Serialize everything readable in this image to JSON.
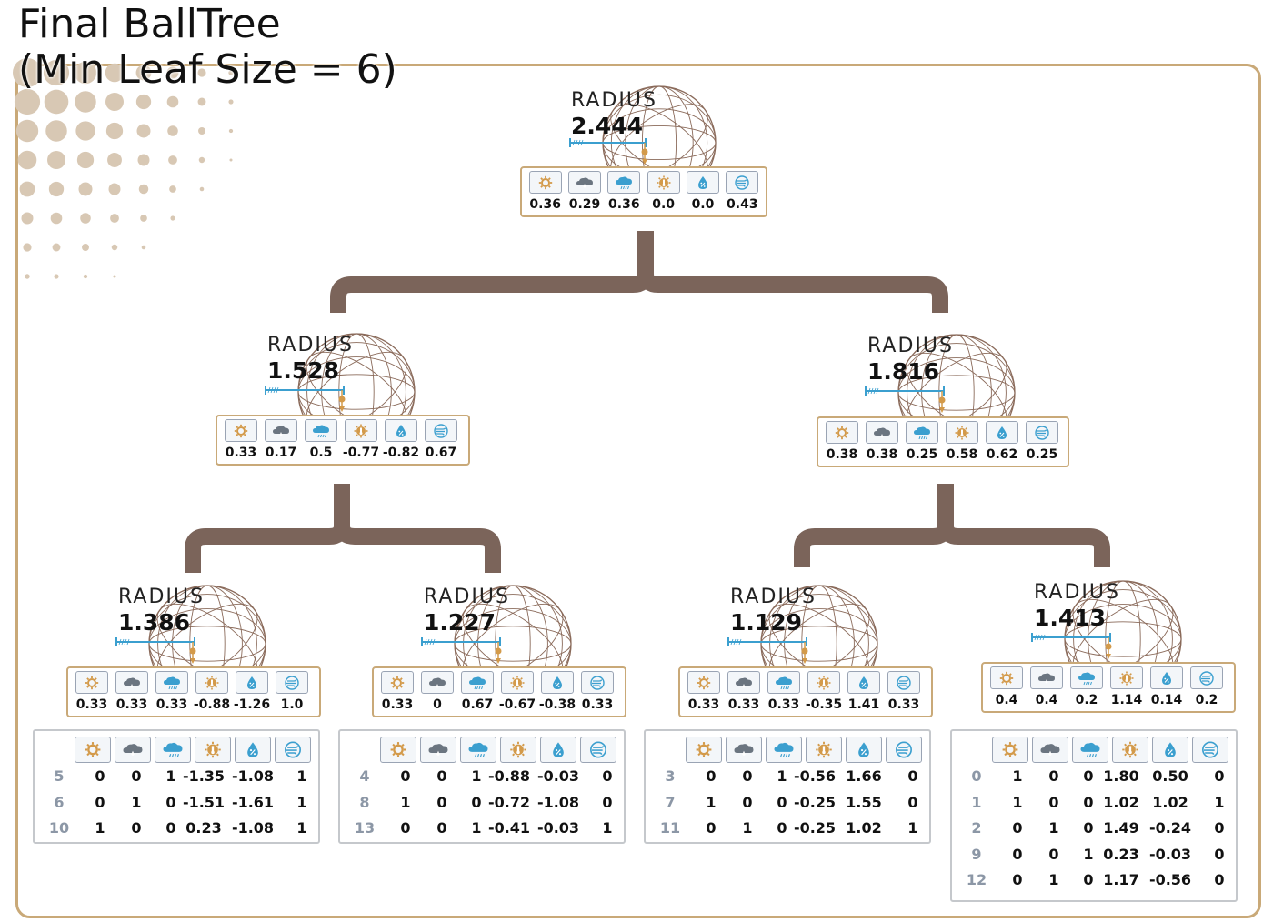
{
  "title": [
    "Final BallTree",
    "(Min Leaf Size = 6)"
  ],
  "colors": {
    "frame": "#c9a978",
    "branch": "#7b645a",
    "sun": "#d39a4a",
    "cloud": "#6b7580",
    "rain": "#3b9fcf",
    "grid": "#8a6a5a"
  },
  "icons": [
    "sun-icon",
    "cloud-icon",
    "rain-cloud-icon",
    "hot-temperature-icon",
    "humidity-icon",
    "wind-icon"
  ],
  "radius_label": "RADIUS",
  "nodes": [
    {
      "radius": "2.444",
      "values": [
        "0.36",
        "0.29",
        "0.36",
        "0.0",
        "0.0",
        "0.43"
      ]
    },
    {
      "radius": "1.528",
      "values": [
        "0.33",
        "0.17",
        "0.5",
        "-0.77",
        "-0.82",
        "0.67"
      ]
    },
    {
      "radius": "1.816",
      "values": [
        "0.38",
        "0.38",
        "0.25",
        "0.58",
        "0.62",
        "0.25"
      ]
    },
    {
      "radius": "1.386",
      "values": [
        "0.33",
        "0.33",
        "0.33",
        "-0.88",
        "-1.26",
        "1.0"
      ]
    },
    {
      "radius": "1.227",
      "values": [
        "0.33",
        "0",
        "0.67",
        "-0.67",
        "-0.38",
        "0.33"
      ]
    },
    {
      "radius": "1.129",
      "values": [
        "0.33",
        "0.33",
        "0.33",
        "-0.35",
        "1.41",
        "0.33"
      ]
    },
    {
      "radius": "1.413",
      "values": [
        "0.4",
        "0.4",
        "0.2",
        "1.14",
        "0.14",
        "0.2"
      ]
    }
  ],
  "leaves": [
    {
      "rows": [
        {
          "idx": "5",
          "vals": [
            "0",
            "0",
            "1",
            "-1.35",
            "-1.08",
            "1"
          ]
        },
        {
          "idx": "6",
          "vals": [
            "0",
            "1",
            "0",
            "-1.51",
            "-1.61",
            "1"
          ]
        },
        {
          "idx": "10",
          "vals": [
            "1",
            "0",
            "0",
            "0.23",
            "-1.08",
            "1"
          ]
        }
      ]
    },
    {
      "rows": [
        {
          "idx": "4",
          "vals": [
            "0",
            "0",
            "1",
            "-0.88",
            "-0.03",
            "0"
          ]
        },
        {
          "idx": "8",
          "vals": [
            "1",
            "0",
            "0",
            "-0.72",
            "-1.08",
            "0"
          ]
        },
        {
          "idx": "13",
          "vals": [
            "0",
            "0",
            "1",
            "-0.41",
            "-0.03",
            "1"
          ]
        }
      ]
    },
    {
      "rows": [
        {
          "idx": "3",
          "vals": [
            "0",
            "0",
            "1",
            "-0.56",
            "1.66",
            "0"
          ]
        },
        {
          "idx": "7",
          "vals": [
            "1",
            "0",
            "0",
            "-0.25",
            "1.55",
            "0"
          ]
        },
        {
          "idx": "11",
          "vals": [
            "0",
            "1",
            "0",
            "-0.25",
            "1.02",
            "1"
          ]
        }
      ]
    },
    {
      "rows": [
        {
          "idx": "0",
          "vals": [
            "1",
            "0",
            "0",
            "1.80",
            "0.50",
            "0"
          ]
        },
        {
          "idx": "1",
          "vals": [
            "1",
            "0",
            "0",
            "1.02",
            "1.02",
            "1"
          ]
        },
        {
          "idx": "2",
          "vals": [
            "0",
            "1",
            "0",
            "1.49",
            "-0.24",
            "0"
          ]
        },
        {
          "idx": "9",
          "vals": [
            "0",
            "0",
            "1",
            "0.23",
            "-0.03",
            "0"
          ]
        },
        {
          "idx": "12",
          "vals": [
            "0",
            "1",
            "0",
            "1.17",
            "-0.56",
            "0"
          ]
        }
      ]
    }
  ]
}
